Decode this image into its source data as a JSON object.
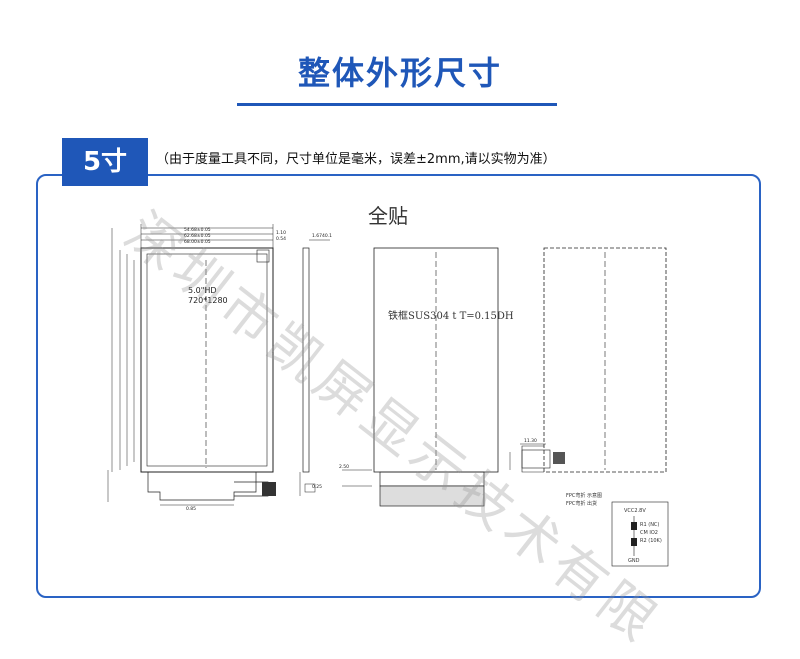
{
  "header": {
    "title": "整体外形尺寸",
    "accent_color": "#1f57b8"
  },
  "badge": {
    "label": "5寸"
  },
  "note": "（由于度量工具不同，尺寸单位是毫米，误差±2mm,请以实物为准）",
  "drawing": {
    "fit_label": "全贴",
    "frame_label": "铁框SUS304 t T=0.15DH",
    "panel_size": "5.0\"HD",
    "resolution": "720*1280",
    "fpc_notes": [
      "FPC弯折 示意图",
      "FPC弯折 出货"
    ],
    "circuit_labels": [
      "VCC2.8V",
      "R1 (NC)",
      "CM IO2",
      "R2 (10K)",
      "GND"
    ]
  },
  "watermark": "深圳市凯屏显示技术有限"
}
